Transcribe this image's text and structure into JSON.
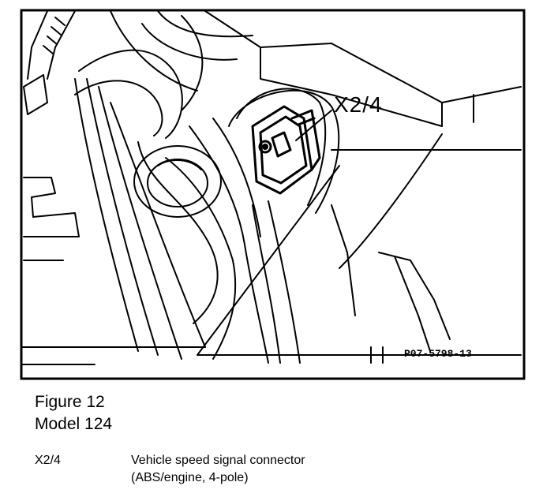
{
  "figure": {
    "callout_label": "X2/4",
    "reference_code": "P07-5798-13",
    "caption_figure": "Figure 12",
    "caption_model": "Model 124"
  },
  "legend": {
    "key": "X2/4",
    "description_line1": "Vehicle speed signal connector",
    "description_line2": "(ABS/engine, 4-pole)"
  }
}
